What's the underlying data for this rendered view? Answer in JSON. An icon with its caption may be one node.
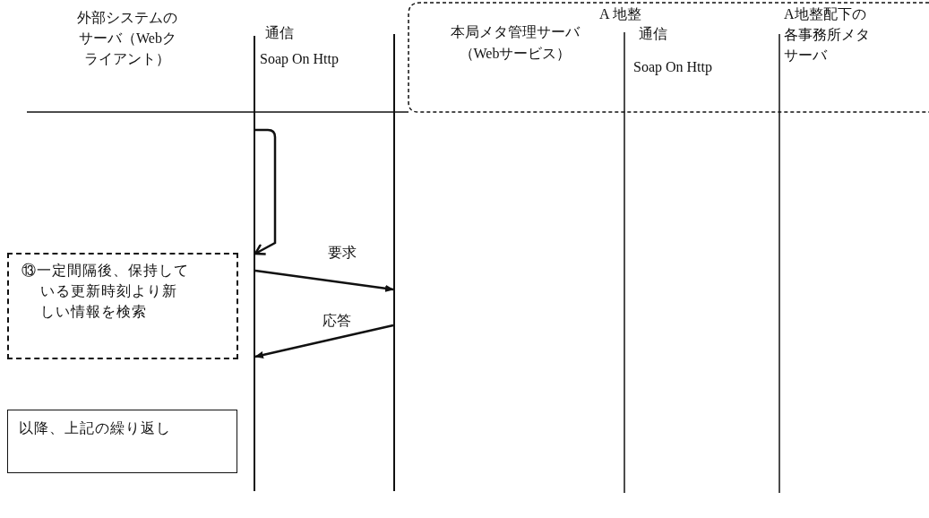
{
  "diagram": {
    "nodes": [
      {
        "text": [
          "外部システムのサーバ（Webクライアント）"
        ]
      },
      {
        "text": [
          "通信",
          "Soap On Http"
        ]
      },
      {
        "text": [
          "A 地整"
        ]
      },
      {
        "text": [
          "本局メタ管理サーバ（Webサービス）"
        ],
        "in": 2
      },
      {
        "text": [
          "通信",
          "Soap On Http"
        ],
        "in": 2
      },
      {
        "text": [
          "A地整配下の各事務所メタサーバ"
        ],
        "in": 2
      },
      {
        "text": [],
        "shape": "bar"
      },
      {
        "text": [],
        "shape": "bar"
      },
      {
        "text": [
          "⑬一定間隔後、保持している更新時刻より新しい情報を検索"
        ]
      },
      {
        "text": [
          "以降、上記の繰り返し"
        ]
      }
    ],
    "edges": [
      {
        "from": 6,
        "to": 6,
        "arrow": "to"
      },
      {
        "from": 6,
        "to": 7,
        "label": "要求",
        "arrow": "to"
      },
      {
        "from": 7,
        "to": 6,
        "label": "応答",
        "arrow": "to"
      }
    ]
  }
}
